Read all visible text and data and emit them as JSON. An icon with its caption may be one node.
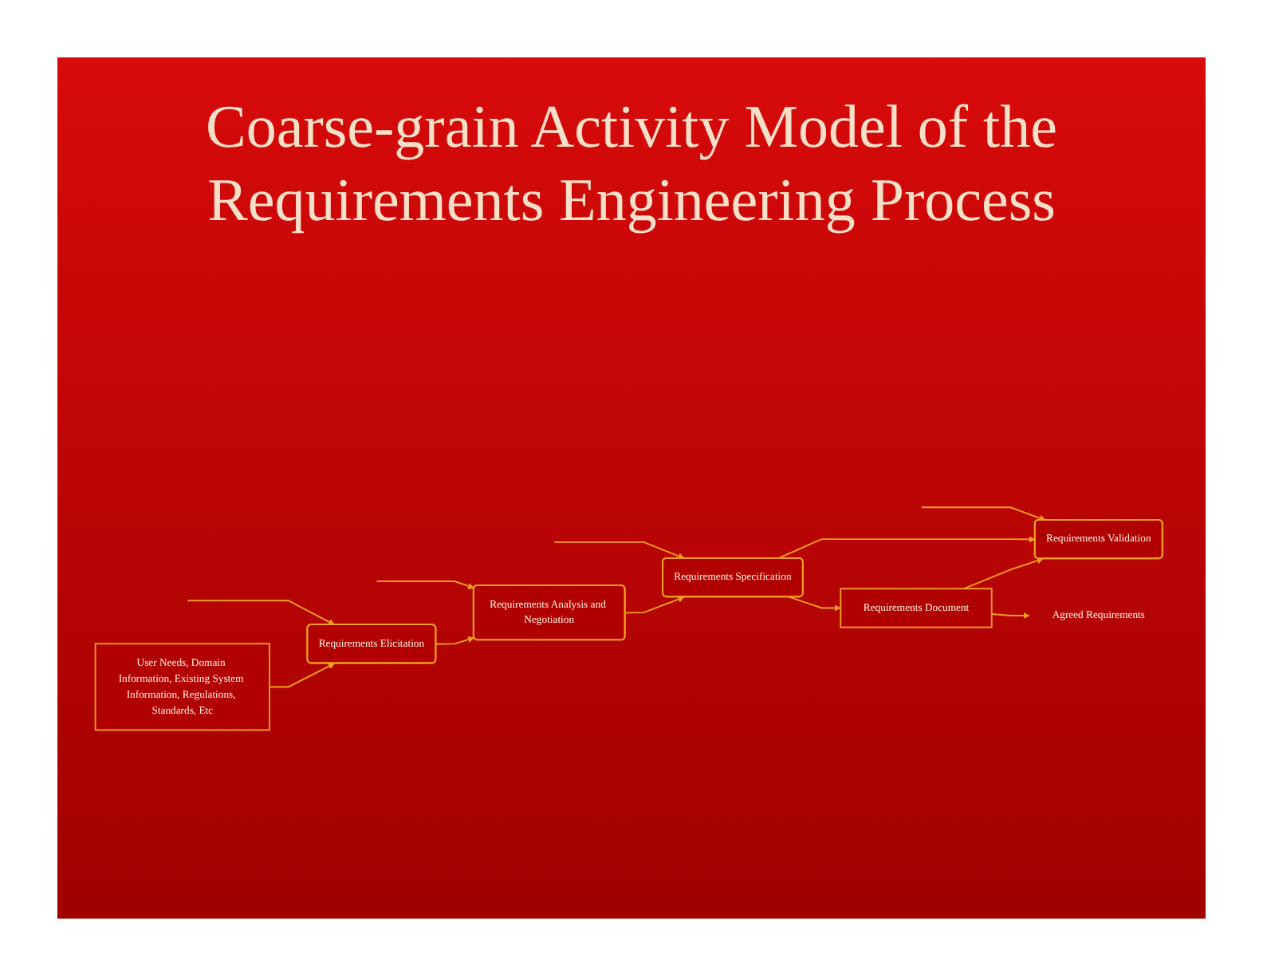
{
  "diagram": {
    "title": "Coarse-grain Activity Model of the Requirements Engineering Process",
    "nodes": [
      {
        "text": [
          "Requirements Elicitation"
        ]
      },
      {
        "text": [
          "Requirements Analysis and Negotiation"
        ]
      },
      {
        "text": [
          "Requirements Specification"
        ]
      },
      {
        "text": [
          "Requirements Validation"
        ]
      },
      {
        "text": [
          "User Needs, Domain Information, Existing System Information, Regulations, Standards, Etc"
        ]
      },
      {
        "text": [
          "Requirements Document"
        ]
      },
      {
        "text": [
          "Agreed Requirements"
        ]
      }
    ],
    "edges": [
      {
        "from": null,
        "to": 0,
        "arrow": "to"
      },
      {
        "from": null,
        "to": 1,
        "arrow": "to"
      },
      {
        "from": null,
        "to": 2,
        "arrow": "to"
      },
      {
        "from": null,
        "to": 3,
        "arrow": "to"
      },
      {
        "from": 0,
        "to": 1,
        "arrow": "to"
      },
      {
        "from": 1,
        "to": 2,
        "arrow": "to"
      },
      {
        "from": 2,
        "to": 3,
        "arrow": "to"
      },
      {
        "from": 4,
        "to": 0,
        "arrow": "to"
      },
      {
        "from": 2,
        "to": 5,
        "arrow": "to"
      },
      {
        "from": 5,
        "to": 3,
        "arrow": "to"
      },
      {
        "from": 5,
        "to": 6,
        "arrow": "to"
      }
    ]
  }
}
